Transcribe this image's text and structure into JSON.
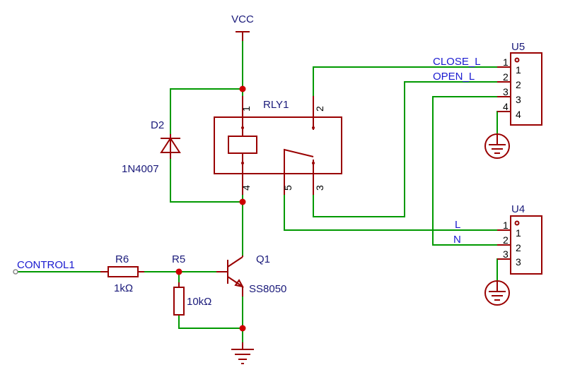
{
  "power": {
    "vcc_label": "VCC"
  },
  "relay": {
    "ref": "RLY1",
    "pins": {
      "p1": "1",
      "p2": "2",
      "p3": "3",
      "p4": "4",
      "p5": "5"
    }
  },
  "diode": {
    "ref": "D2",
    "value": "1N4007"
  },
  "transistor": {
    "ref": "Q1",
    "value": "SS8050"
  },
  "r6": {
    "ref": "R6",
    "value": "1kΩ"
  },
  "r5": {
    "ref": "R5",
    "value": "10kΩ"
  },
  "control": {
    "net": "CONTROL1"
  },
  "u5": {
    "ref": "U5",
    "outer_pins": [
      "1",
      "2",
      "3",
      "4"
    ],
    "inner_pins": [
      "1",
      "2",
      "3",
      "4"
    ],
    "net_close": "CLOSE_L",
    "net_open": "OPEN_L"
  },
  "u4": {
    "ref": "U4",
    "outer_pins": [
      "1",
      "2",
      "3"
    ],
    "inner_pins": [
      "1",
      "2",
      "3"
    ],
    "net_l": "L",
    "net_n": "N"
  },
  "colors": {
    "wire": "#009900",
    "part": "#990000",
    "junction": "#cc0000",
    "label": "#1a1a7a",
    "net_label": "#1a1ad0"
  }
}
